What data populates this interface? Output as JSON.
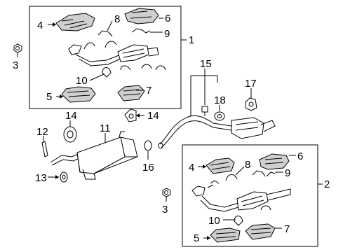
{
  "callouts": {
    "box1_label": "1",
    "box2_label": "2",
    "n3a": "3",
    "n3b": "3",
    "n4a": "4",
    "n4b": "4",
    "n5a": "5",
    "n5b": "5",
    "n6a": "6",
    "n6b": "6",
    "n7a": "7",
    "n7b": "7",
    "n8a": "8",
    "n8b": "8",
    "n9a": "9",
    "n9b": "9",
    "n10a": "10",
    "n10b": "10",
    "n11": "11",
    "n12": "12",
    "n13": "13",
    "n14a": "14",
    "n14b": "14",
    "n15": "15",
    "n16": "16",
    "n17": "17",
    "n18": "18"
  }
}
